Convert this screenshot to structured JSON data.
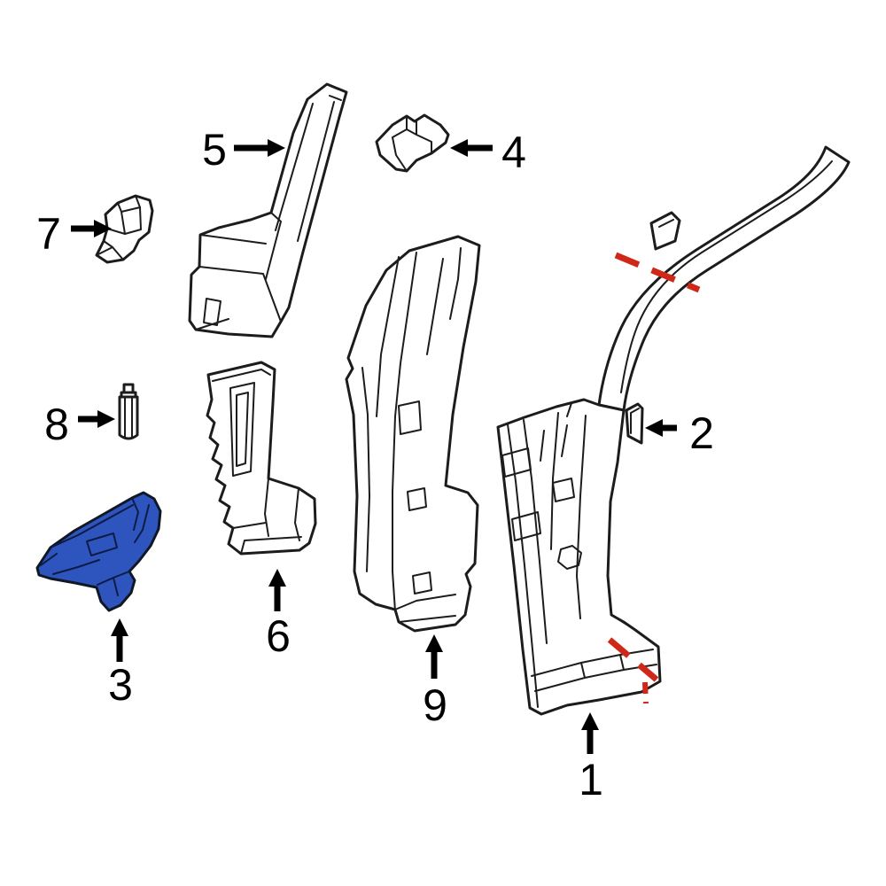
{
  "diagram": {
    "background": "#ffffff",
    "colors": {
      "line": "#1c1c1c",
      "highlight_fill": "#2e54bd",
      "highlight_detail": "#0d1b45",
      "cut_line": "#d02818",
      "label_color": "#000000"
    },
    "callouts": [
      {
        "label": "1",
        "highlighted": false
      },
      {
        "label": "2",
        "highlighted": false
      },
      {
        "label": "3",
        "highlighted": true
      },
      {
        "label": "4",
        "highlighted": false
      },
      {
        "label": "5",
        "highlighted": false
      },
      {
        "label": "6",
        "highlighted": false
      },
      {
        "label": "7",
        "highlighted": false
      },
      {
        "label": "8",
        "highlighted": false
      },
      {
        "label": "9",
        "highlighted": false
      }
    ]
  }
}
